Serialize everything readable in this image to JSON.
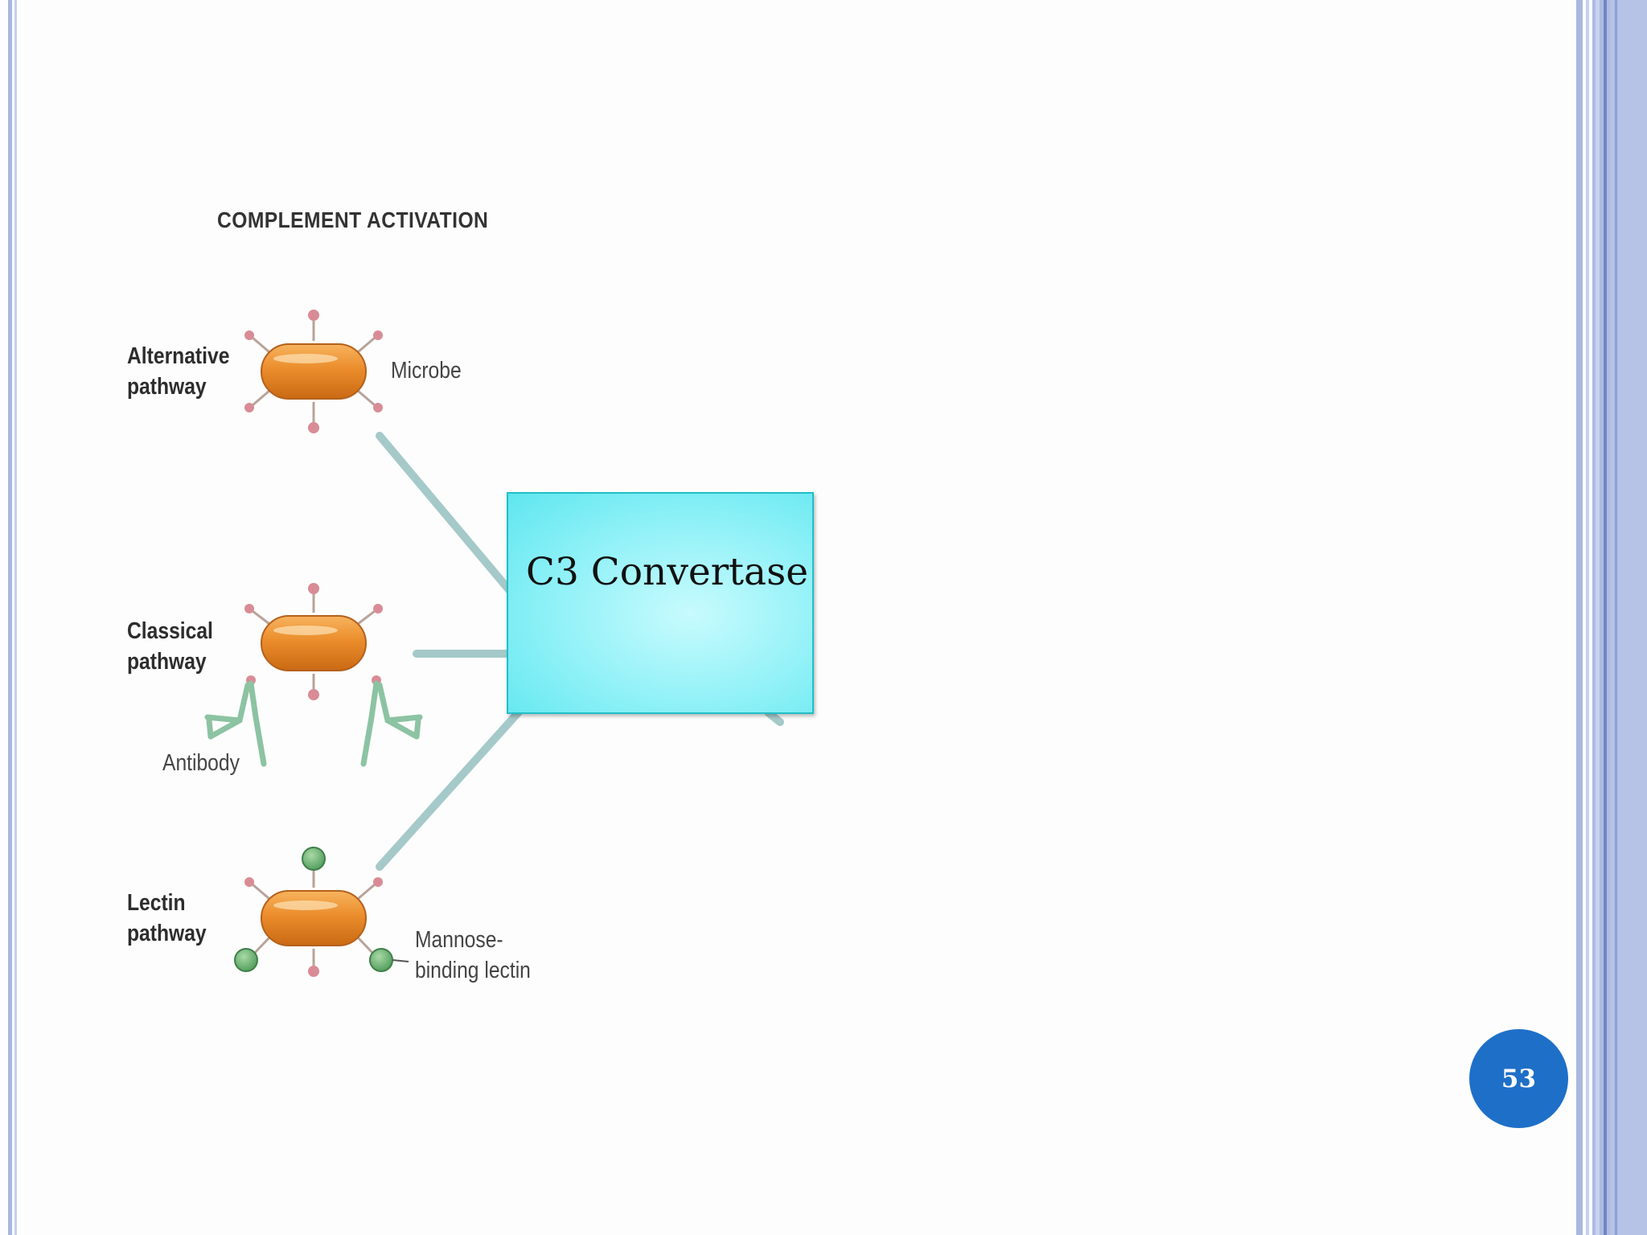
{
  "figure": {
    "title": "COMPLEMENT ACTIVATION",
    "pathways": [
      {
        "name_line1": "Alternative",
        "name_line2": "pathway",
        "label": "Microbe"
      },
      {
        "name_line1": "Classical",
        "name_line2": "pathway",
        "label": "Antibody"
      },
      {
        "name_line1": "Lectin",
        "name_line2": "pathway",
        "label_line1": "Mannose-",
        "label_line2": "binding lectin"
      }
    ]
  },
  "overlay": {
    "text": "C3 Convertase"
  },
  "slide": {
    "page_number": "53"
  },
  "colors": {
    "microbe": "#e8892b",
    "connector": "#a5c9c9",
    "box_fill": "#8ef1f7",
    "box_border": "#1fbfc7",
    "page_badge": "#1e6fc8",
    "frame": "#a9b7df"
  }
}
